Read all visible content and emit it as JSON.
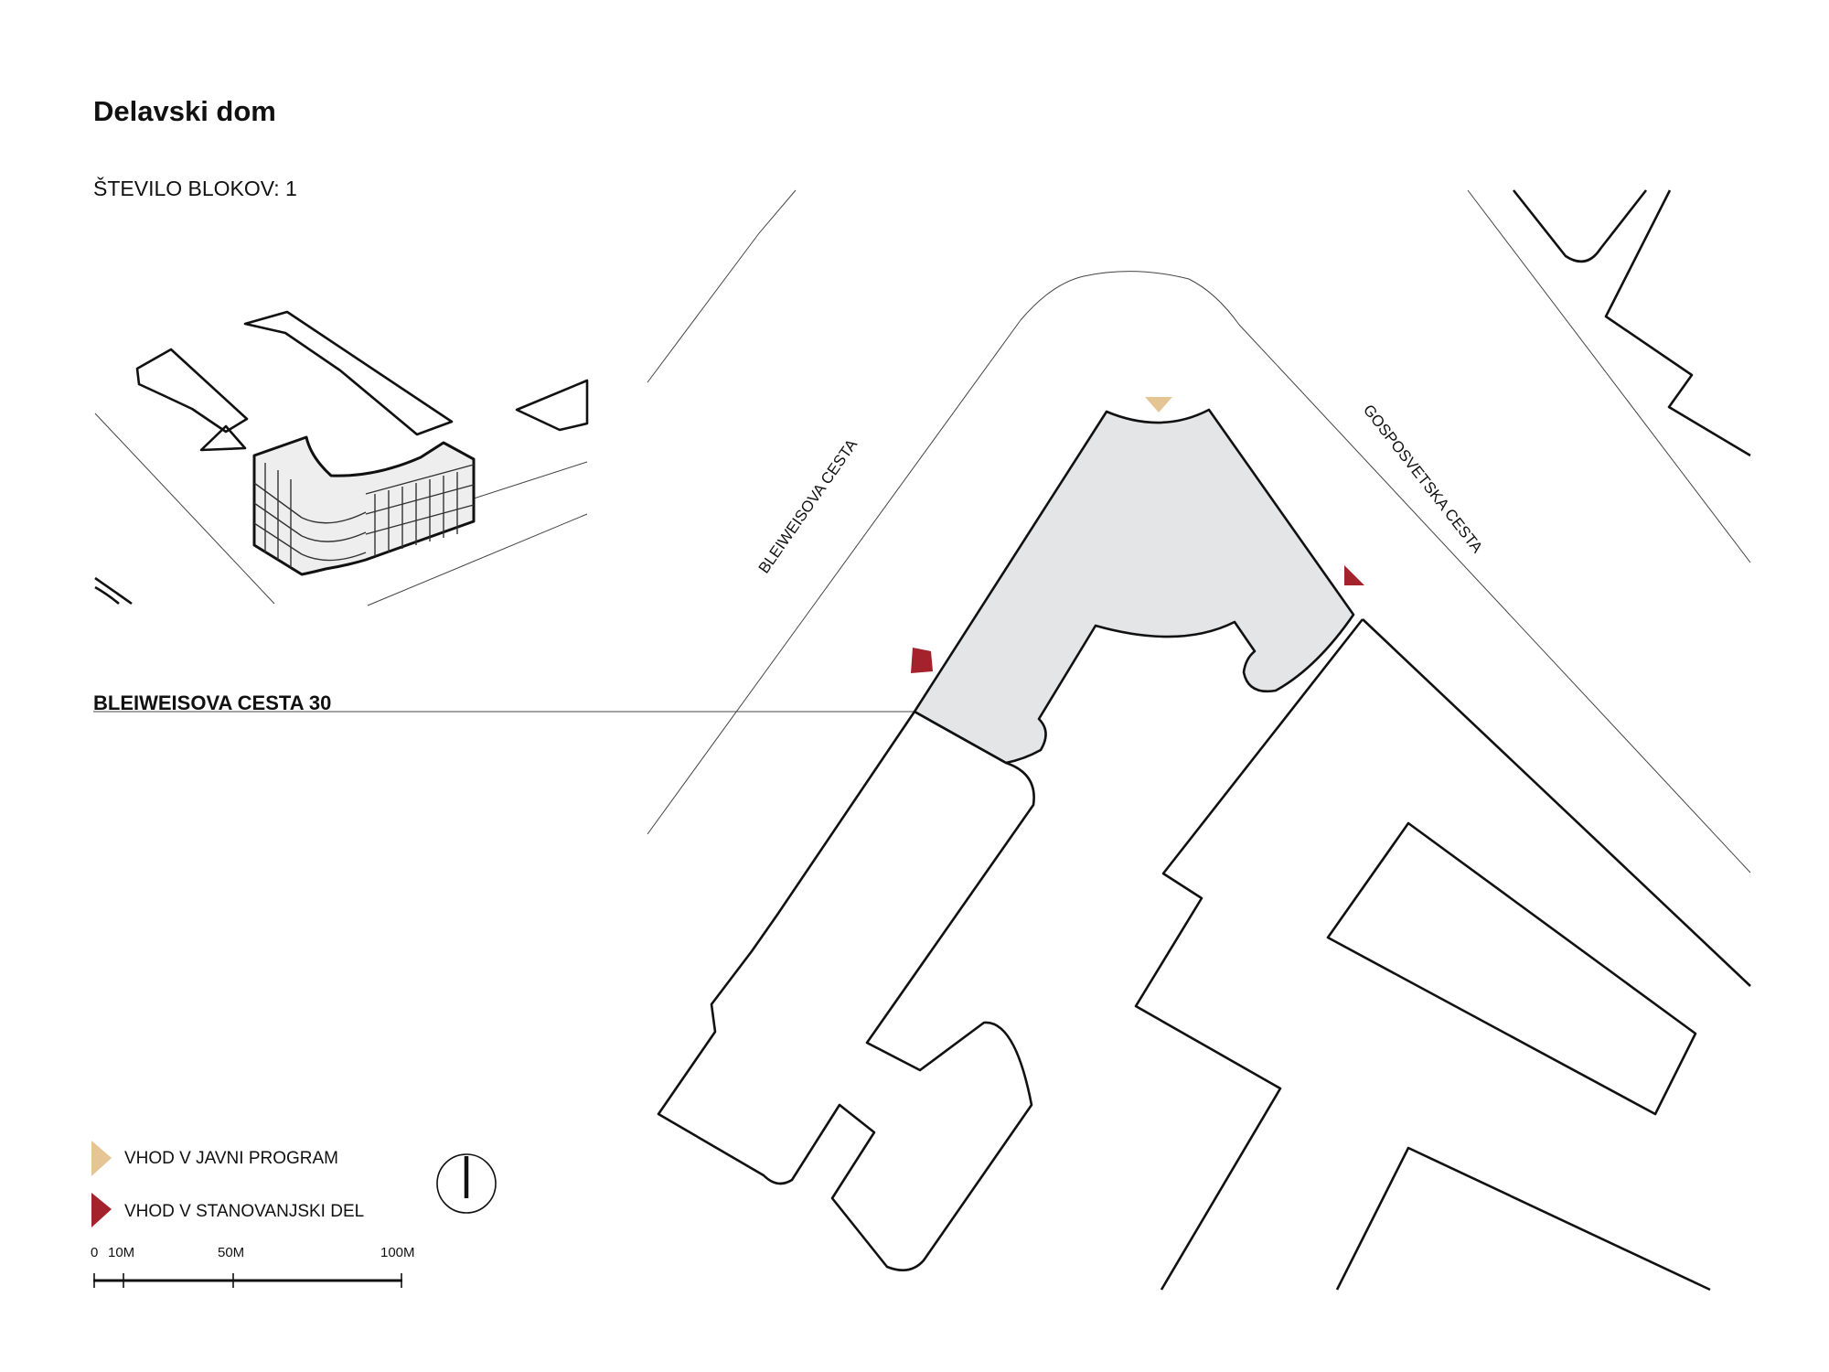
{
  "title": "Delavski dom",
  "block_count_label": "ŠTEVILO BLOKOV: 1",
  "address_label": "BLEIWEISOVA CESTA 30",
  "streets": {
    "left": "BLEIWEISOVA CESTA",
    "right": "GOSPOSVETSKA CESTA"
  },
  "legend": {
    "public_entrance": "VHOD V JAVNI PROGRAM",
    "residential_entrance": "VHOD V STANOVANJSKI DEL"
  },
  "scale_bar": {
    "ticks": [
      "0",
      "10M",
      "50M",
      "100M"
    ]
  },
  "colors": {
    "public_entrance": "#e6c594",
    "residential_entrance": "#a3222c",
    "highlight_fill": "#e4e5e6",
    "line": "#111111"
  },
  "icons": {
    "north_arrow": "north-arrow-icon"
  }
}
